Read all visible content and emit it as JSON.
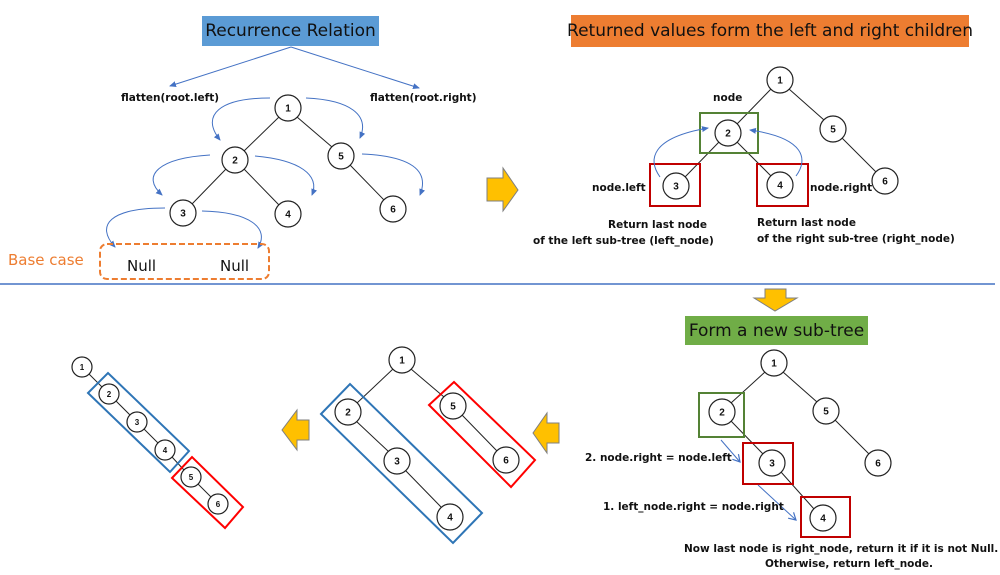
{
  "titles": {
    "recurrence": "Recurrence Relation",
    "returned": "Returned values form the left and right children",
    "new_subtree": "Form a new sub-tree"
  },
  "colors": {
    "blue_title": "#5B9BD5",
    "orange_title": "#ED7D31",
    "green_title": "#70AD47",
    "arrow_fill": "#FFC000",
    "curve_arrow": "#4472C4",
    "green_box": "#548235",
    "red_box": "#C00000",
    "bright_red_box": "#FF0000",
    "blue_box": "#2E75B6",
    "divider": "#4472C4",
    "base_case": "#ED7D31"
  },
  "recurrence_panel": {
    "left_call": "flatten(root.left)",
    "right_call": "flatten(root.right)",
    "base_case_label": "Base case",
    "null_left": "Null",
    "null_right": "Null"
  },
  "returned_panel": {
    "node_label": "node",
    "node_left_label": "node.left",
    "node_right_label": "node.right",
    "left_return_line1": "Return last node",
    "left_return_line2": "of the  left sub-tree (left_node)",
    "right_return_line1": "Return last node",
    "right_return_line2": "of the right sub-tree (right_node)"
  },
  "new_subtree_panel": {
    "step2": "2. node.right = node.left",
    "step1": "1. left_node.right = node.right",
    "note_line1": "Now last node is right_node, return it if it is not Null.",
    "note_line2": "Otherwise, return left_node."
  },
  "tree_node_labels": [
    "1",
    "2",
    "3",
    "4",
    "5",
    "6"
  ]
}
